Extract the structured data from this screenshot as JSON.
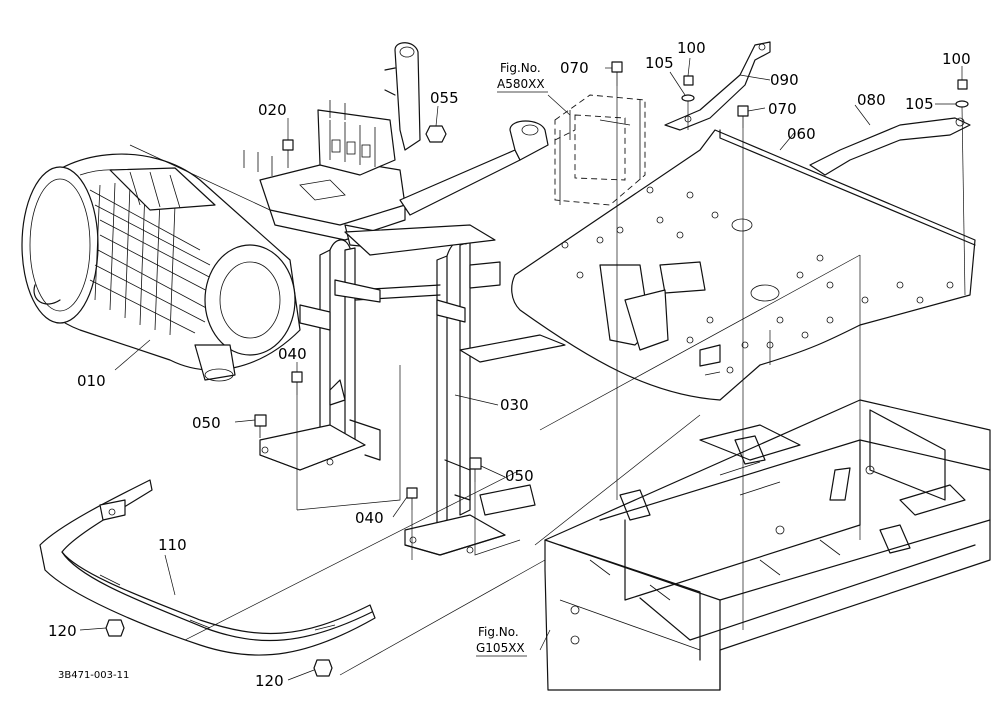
{
  "callouts": {
    "c010": "010",
    "c020": "020",
    "c030": "030",
    "c040a": "040",
    "c040b": "040",
    "c050a": "050",
    "c050b": "050",
    "c055": "055",
    "c060": "060",
    "c070a": "070",
    "c070b": "070",
    "c080": "080",
    "c090": "090",
    "c100a": "100",
    "c100b": "100",
    "c105a": "105",
    "c105b": "105",
    "c110": "110",
    "c120a": "120",
    "c120b": "120"
  },
  "references": {
    "ref1_title": "Fig.No.",
    "ref1_code": "A580XX",
    "ref2_title": "Fig.No.",
    "ref2_code": "G105XX"
  },
  "document_id": "3B471-003-11"
}
